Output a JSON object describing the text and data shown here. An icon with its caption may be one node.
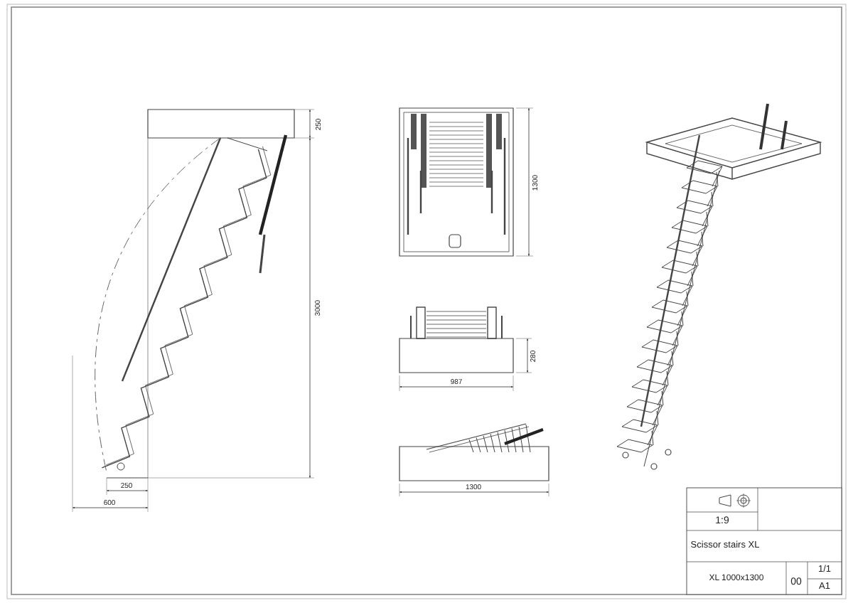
{
  "diagram": {
    "labels": [
      "250",
      "3000",
      "250",
      "600",
      "1300",
      "280",
      "987",
      "1300",
      "1:9",
      "Scissor stairs XL",
      "XL 1000x1300",
      "00",
      "1/1",
      "A1"
    ]
  }
}
